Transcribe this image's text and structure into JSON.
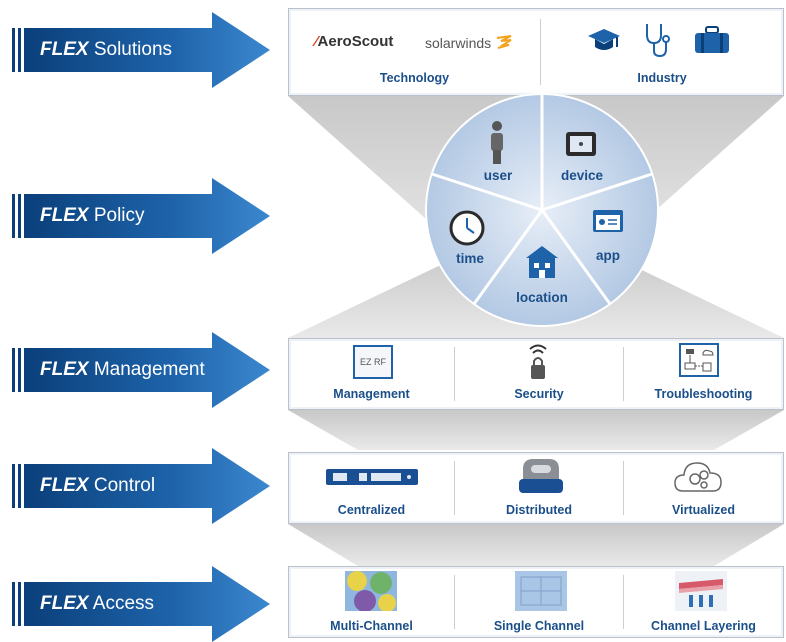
{
  "layers": [
    {
      "brand": "FLEX",
      "name": "Solutions"
    },
    {
      "brand": "FLEX",
      "name": "Policy"
    },
    {
      "brand": "FLEX",
      "name": "Management"
    },
    {
      "brand": "FLEX",
      "name": "Control"
    },
    {
      "brand": "FLEX",
      "name": "Access"
    }
  ],
  "solutions": {
    "technology_label": "Technology",
    "industry_label": "Industry",
    "logo_aeroscout": "AeroScout",
    "logo_solarwinds": "solarwinds",
    "industry_icons": [
      "graduation-cap-icon",
      "stethoscope-icon",
      "briefcase-icon"
    ]
  },
  "policy": {
    "segments": [
      "user",
      "device",
      "app",
      "location",
      "time"
    ]
  },
  "management": {
    "items": [
      "Management",
      "Security",
      "Troubleshooting"
    ],
    "ez_rf": "EZ RF"
  },
  "control": {
    "items": [
      "Centralized",
      "Distributed",
      "Virtualized"
    ]
  },
  "access": {
    "items": [
      "Multi-Channel",
      "Single Channel",
      "Channel Layering"
    ]
  },
  "colors": {
    "arrow_dark": "#0b4a8c",
    "arrow_light": "#2f7cc4",
    "caption": "#1b4f8a",
    "wheel": "#c3d3e8",
    "funnel": "#d8d8d8"
  }
}
